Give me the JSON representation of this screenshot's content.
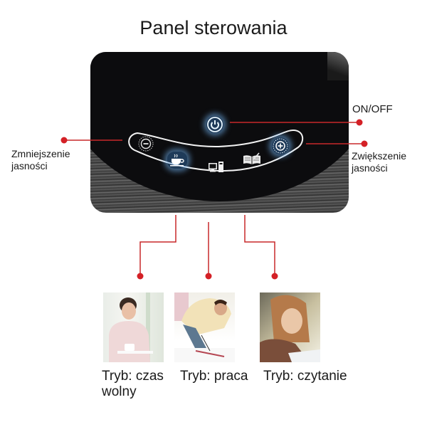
{
  "title": "Panel sterowania",
  "callouts": {
    "on_off": "ON/OFF",
    "decrease": {
      "line1": "Zmniejszenie",
      "line2": "jasności"
    },
    "increase": {
      "line1": "Zwiększenie",
      "line2": "jasności"
    }
  },
  "buttons": [
    {
      "name": "power",
      "icon": "power-icon",
      "lit": true
    },
    {
      "name": "brightness-down",
      "icon": "minus-circle-icon",
      "lit": false
    },
    {
      "name": "brightness-up",
      "icon": "plus-circle-icon",
      "lit": true
    },
    {
      "name": "leisure-mode",
      "icon": "coffee-cup-icon",
      "lit": true
    },
    {
      "name": "work-mode",
      "icon": "computer-icon",
      "lit": false
    },
    {
      "name": "reading-mode",
      "icon": "book-icon",
      "lit": false
    }
  ],
  "modes": [
    {
      "label_line1": "Tryb: czas",
      "label_line2": "wolny",
      "photo": "woman-with-coffee"
    },
    {
      "label_line1": "Tryb: praca",
      "label_line2": "",
      "photo": "man-painting"
    },
    {
      "label_line1": "Tryb: czytanie",
      "label_line2": "",
      "photo": "girl-reading"
    }
  ],
  "colors": {
    "accent_line": "#c8282a",
    "dot": "#d42026",
    "panel_dark": "#0c0c0e",
    "glow": "#6fc0ff"
  }
}
